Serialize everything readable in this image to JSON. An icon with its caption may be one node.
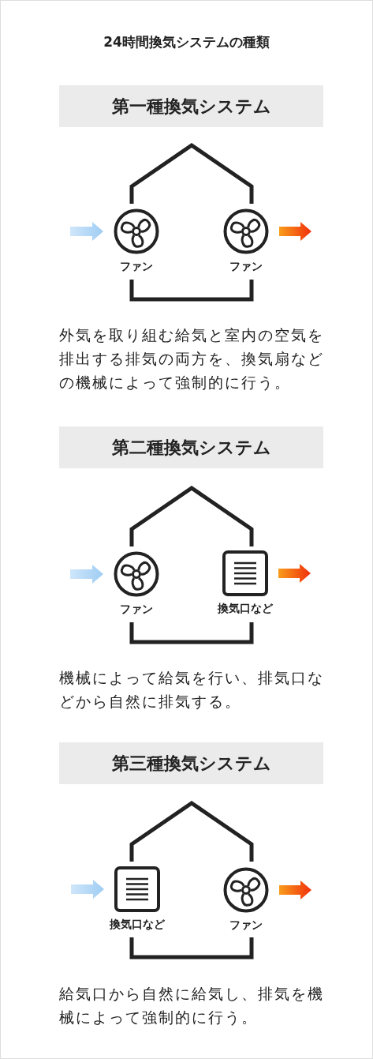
{
  "diagram": {
    "title": "24時間換気システムの種類",
    "nodes": [
      {
        "text": [
          "第一種換気システム"
        ]
      },
      {
        "text": [
          "ファン"
        ]
      },
      {
        "text": [
          "ファン"
        ]
      },
      {
        "text": [
          "第二種換気システム"
        ]
      },
      {
        "text": [
          "ファン"
        ]
      },
      {
        "text": [
          "換気口など"
        ]
      },
      {
        "text": [
          "第三種換気システム"
        ]
      },
      {
        "text": [
          "換気口など"
        ]
      },
      {
        "text": [
          "ファン"
        ]
      }
    ],
    "edges": [
      {
        "from": null,
        "to": 1,
        "arrow": "to",
        "color": "#9fcdf4"
      },
      {
        "from": 2,
        "to": null,
        "arrow": "to",
        "color": "#f0300c"
      },
      {
        "from": null,
        "to": 4,
        "arrow": "to",
        "color": "#9fcdf4"
      },
      {
        "from": 5,
        "to": null,
        "arrow": "to",
        "color": "#f0300c"
      },
      {
        "from": null,
        "to": 7,
        "arrow": "to",
        "color": "#9fcdf4"
      },
      {
        "from": 8,
        "to": null,
        "arrow": "to",
        "color": "#f0300c"
      }
    ],
    "labels": [
      "外気を取り組む給気と室内の空気を排出する排気の両方を、換気扇などの機械によって強制的に行う。",
      "機械によって給気を行い、排気口などから自然に排気する。",
      "給気口から自然に給気し、排気を機械によって強制的に行う。"
    ]
  }
}
